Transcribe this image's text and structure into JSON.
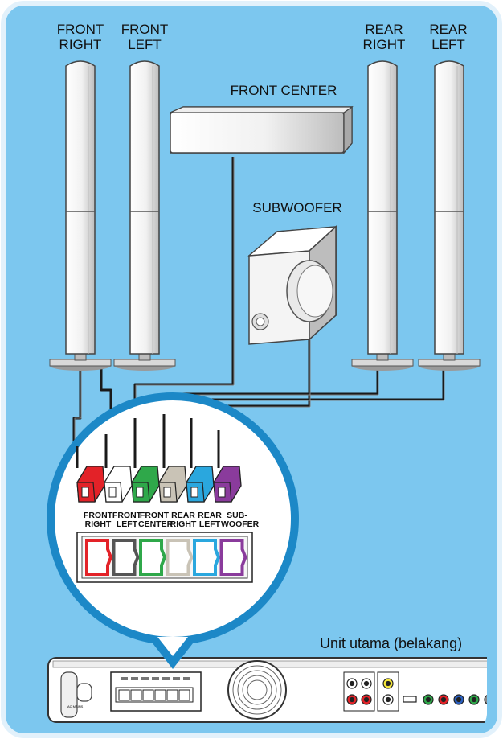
{
  "speakers": {
    "front_right": "FRONT\nRIGHT",
    "front_left": "FRONT\nLEFT",
    "front_center": "FRONT CENTER",
    "rear_right": "REAR\nRIGHT",
    "rear_left": "REAR\nLEFT",
    "subwoofer": "SUBWOOFER"
  },
  "connectors": [
    {
      "label": "FRONT\nRIGHT",
      "color": "#e32228"
    },
    {
      "label": "FRONT\nLEFT",
      "color": "#ffffff"
    },
    {
      "label": "FRONT\nCENTER",
      "color": "#2fa84a"
    },
    {
      "label": "REAR\nRIGHT",
      "color": "#c9c3b6"
    },
    {
      "label": "REAR\nLEFT",
      "color": "#2aa7de"
    },
    {
      "label": "SUB-\nWOOFER",
      "color": "#8a3b9c"
    }
  ],
  "unit_label": "Unit utama (belakang)",
  "colors": {
    "background": "#7cc7ef",
    "border": "#e2f1fb",
    "zoom_circle_border": "#1c88c7",
    "cable": "#1a1a1a"
  }
}
